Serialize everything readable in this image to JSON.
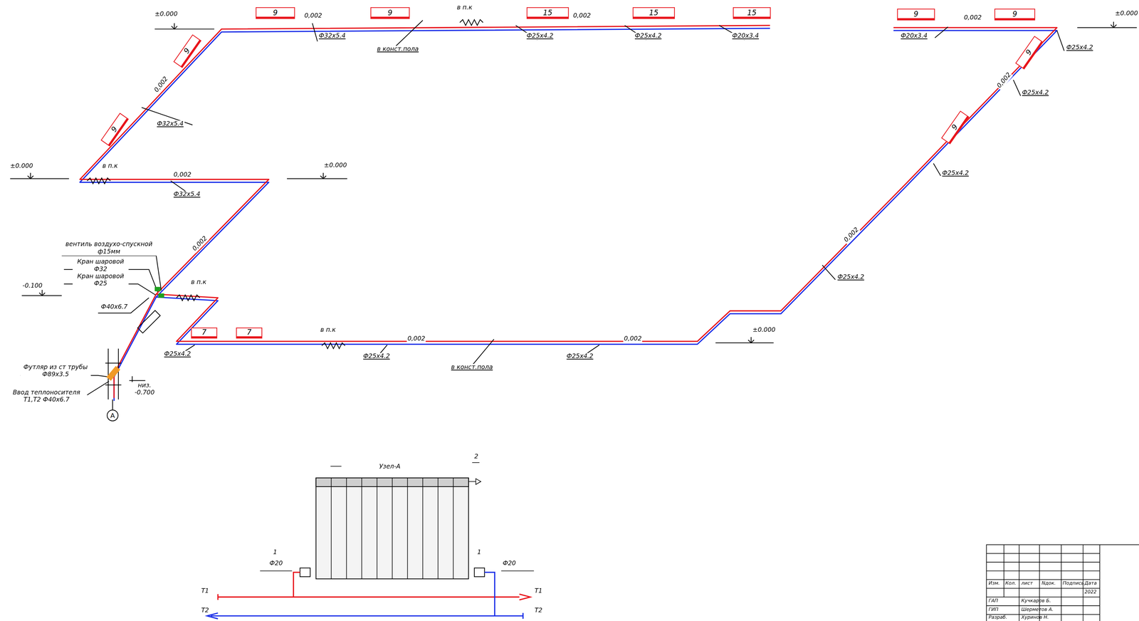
{
  "diagram": {
    "nodes": [
      {
        "text": [
          "9"
        ]
      },
      {
        "text": [
          "9"
        ]
      },
      {
        "text": [
          "15"
        ]
      },
      {
        "text": [
          "15"
        ]
      },
      {
        "text": [
          "15"
        ]
      },
      {
        "text": [
          "9"
        ]
      },
      {
        "text": [
          "9"
        ]
      },
      {
        "text": [
          "9"
        ]
      },
      {
        "text": [
          "9"
        ]
      },
      {
        "text": [
          "9"
        ]
      },
      {
        "text": [
          "9"
        ]
      },
      {
        "text": [
          "7"
        ]
      },
      {
        "text": [
          "7"
        ]
      },
      {
        "text": [
          "A"
        ]
      }
    ],
    "labels": [
      "±0.000",
      "±0.000",
      "±0.000",
      "±0.000",
      "±0.000",
      "-0.100",
      "0,002",
      "0,002",
      "0,002",
      "0,002",
      "0,002",
      "0,002",
      "0,002",
      "0,002",
      "0,002",
      "0,002",
      "Ф32х5.4",
      "Ф32х5.4",
      "Ф32х5.4",
      "Ф25х4.2",
      "Ф25х4.2",
      "Ф25х4.2",
      "Ф25х4.2",
      "Ф25х4.2",
      "Ф25х4.2",
      "Ф25х4.2",
      "Ф25х4.2",
      "Ф25х4.2",
      "Ф20х3.4",
      "Ф20х3.4",
      "в п.к",
      "в п.к",
      "в п.к",
      "в п.к",
      "в конст.пола",
      "в конст.пола",
      "вентиль воздухо-спускной ф15мм",
      "Кран шаровой Ф32",
      "Кран шаровой Ф25",
      "Ф40х6.7",
      "Футляр из ст трубы Ф89х3.5",
      "Ввод теплоносителя Т1,Т2 Ф40х6.7",
      "низ. -0.700",
      "Узел-А",
      "2",
      "1",
      "1",
      "Ф20",
      "Ф20",
      "Т1",
      "Т2",
      "Т1",
      "Т2",
      "Изм.",
      "Кол.",
      "лист",
      "Nдок.",
      "Подпись",
      "Дата",
      "2022",
      "ГАП",
      "Кучкаров Б.",
      "ГИП",
      "Шерметов А.",
      "Разраб.",
      "Хуринов Н."
    ]
  }
}
